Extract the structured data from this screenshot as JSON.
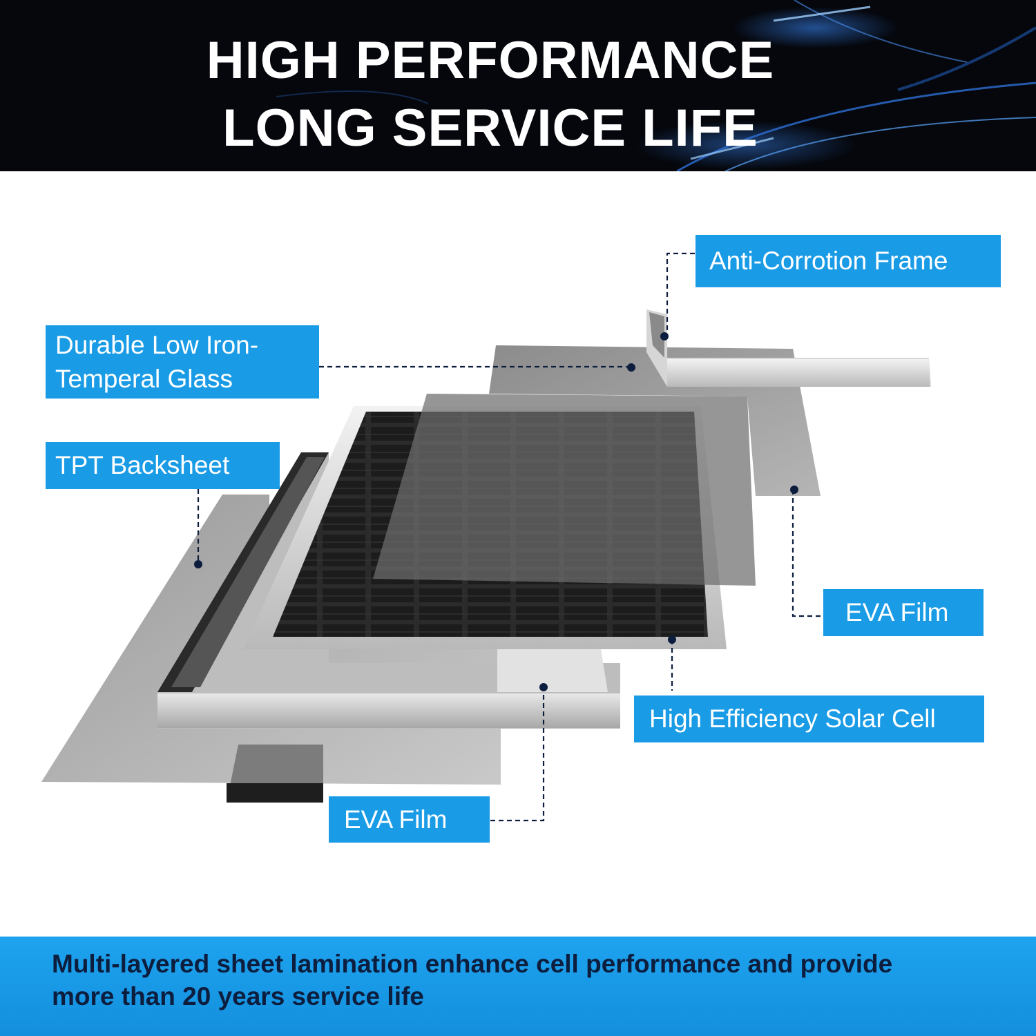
{
  "header": {
    "title_line1": "HIGH PERFORMANCE",
    "title_line2": "LONG SERVICE LIFE",
    "background_color": "#05070d",
    "accent_color": "#2d7fe0"
  },
  "labels": {
    "anti_corrosion_frame": "Anti-Corrotion Frame",
    "glass_line1": "Durable Low Iron-",
    "glass_line2": "Temperal Glass",
    "backsheet": "TPT Backsheet",
    "eva_film_right": "EVA Film",
    "solar_cell": "High Efficiency Solar Cell",
    "eva_film_bottom": "EVA Film"
  },
  "label_color": "#1a9be6",
  "footer": {
    "line1": "Multi-layered sheet lamination enhance cell performance and provide",
    "line2": "more than 20 years service life",
    "background_color": "#1a9be6",
    "text_color": "#0d1d3d"
  }
}
